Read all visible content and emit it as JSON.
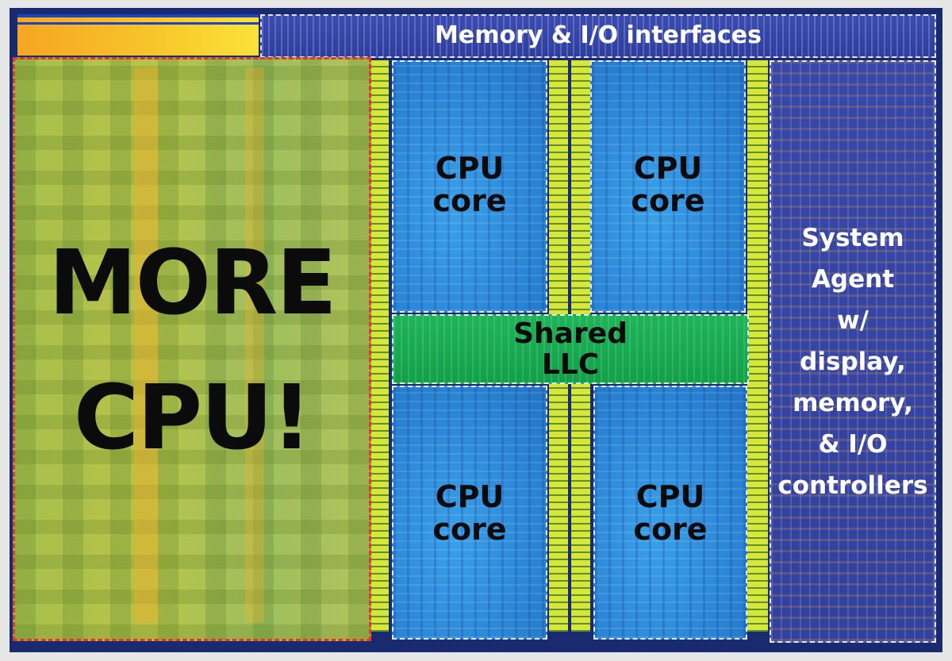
{
  "labels": {
    "memory_io": "Memory & I/O interfaces",
    "more_cpu_line1": "MORE",
    "more_cpu_line2": "CPU!",
    "cpu_core_1_l1": "CPU",
    "cpu_core_1_l2": "core",
    "cpu_core_2_l1": "CPU",
    "cpu_core_2_l2": "core",
    "cpu_core_3_l1": "CPU",
    "cpu_core_3_l2": "core",
    "cpu_core_4_l1": "CPU",
    "cpu_core_4_l2": "core",
    "llc_l1": "Shared",
    "llc_l2": "LLC",
    "system_agent": [
      "System",
      "Agent",
      "w/",
      "display,",
      "memory,",
      "& I/O",
      "controllers"
    ]
  },
  "colors": {
    "more_cpu_border": "#e8362a",
    "core_blue": "#2b86d6",
    "llc_green": "#12a049",
    "system_agent_blue": "#3543a4",
    "interconnect_yellow": "#d7e63a"
  }
}
